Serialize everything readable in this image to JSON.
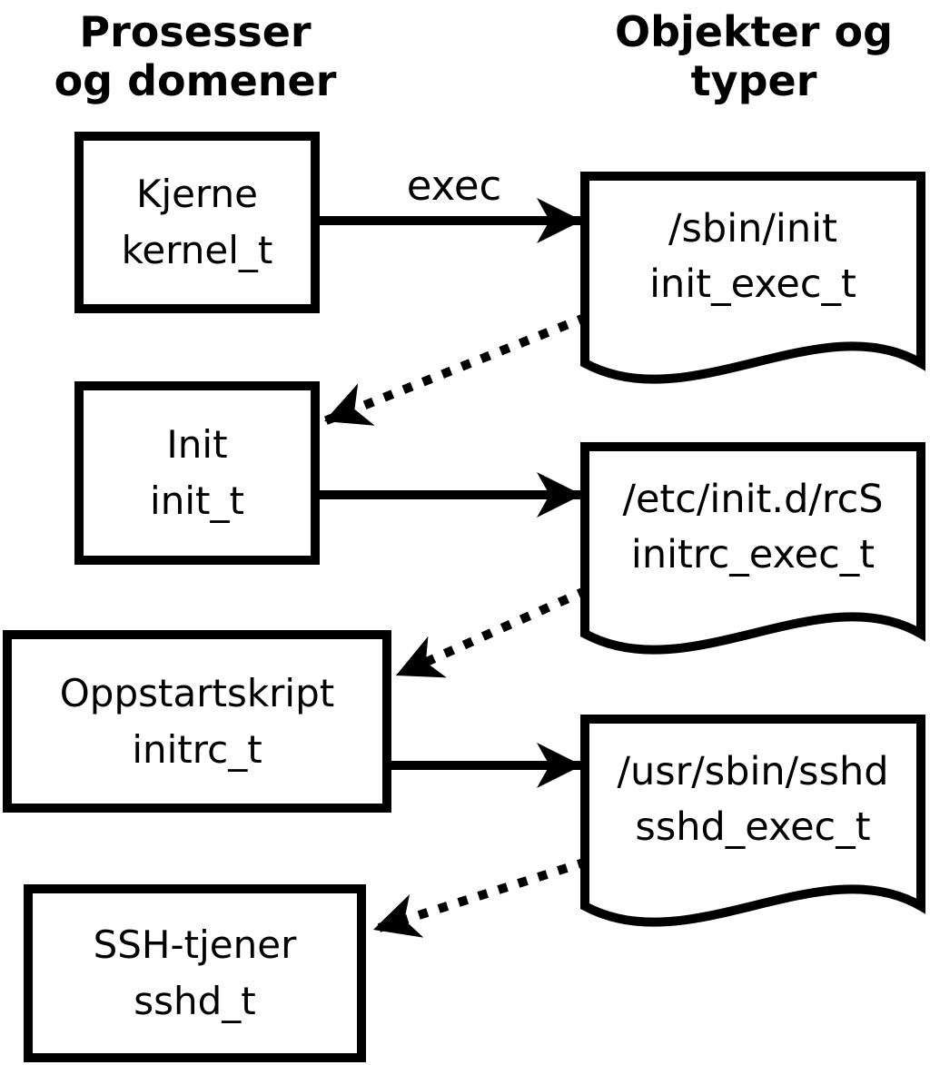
{
  "headers": {
    "left": {
      "line1": "Prosesser",
      "line2": "og domener"
    },
    "right": {
      "line1": "Objekter og",
      "line2": "typer"
    }
  },
  "processes": [
    {
      "name": "Kjerne",
      "type": "kernel_t"
    },
    {
      "name": "Init",
      "type": "init_t"
    },
    {
      "name": "Oppstartskript",
      "type": "initrc_t"
    },
    {
      "name": "SSH-tjener",
      "type": "sshd_t"
    }
  ],
  "objects": [
    {
      "path": "/sbin/init",
      "type": "init_exec_t"
    },
    {
      "path": "/etc/init.d/rcS",
      "type": "initrc_exec_t"
    },
    {
      "path": "/usr/sbin/sshd",
      "type": "sshd_exec_t"
    }
  ],
  "edges": {
    "exec_label": "exec"
  },
  "colors": {
    "ink": "#000000",
    "background": "#ffffff"
  }
}
